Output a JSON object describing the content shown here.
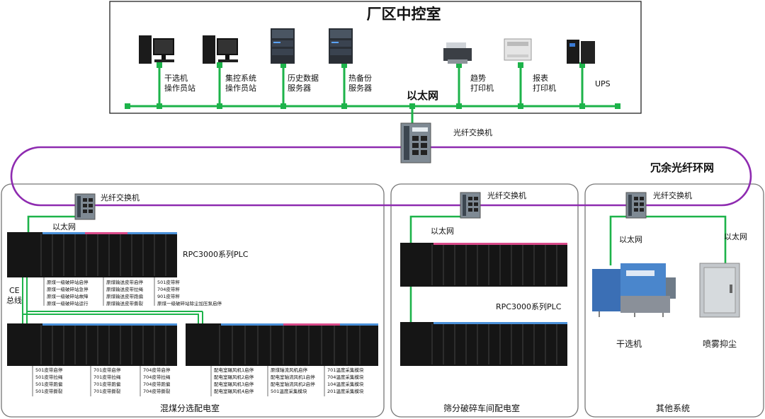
{
  "control_room": {
    "title": "厂区中控室",
    "ethernet_label": "以太网",
    "devices": [
      {
        "name": "干选机操作员站",
        "lines": [
          "干选机",
          "操作员站"
        ],
        "icon": "workstation-icon"
      },
      {
        "name": "集控系统操作员站",
        "lines": [
          "集控系统",
          "操作员站"
        ],
        "icon": "workstation-icon"
      },
      {
        "name": "历史数据服务器",
        "lines": [
          "历史数据",
          "服务器"
        ],
        "icon": "server-icon"
      },
      {
        "name": "热备份服务器",
        "lines": [
          "热备份",
          "服务器"
        ],
        "icon": "server-icon"
      },
      {
        "name": "趋势打印机",
        "lines": [
          "趋势",
          "打印机"
        ],
        "icon": "printer-icon"
      },
      {
        "name": "报表打印机",
        "lines": [
          "报表",
          "打印机"
        ],
        "icon": "printer-icon"
      },
      {
        "name": "UPS",
        "lines": [
          "UPS"
        ],
        "icon": "ups-icon"
      }
    ]
  },
  "backbone": {
    "main_switch_label": "光纤交换机",
    "ring_label": "冗余光纤环网"
  },
  "rooms": {
    "coal": {
      "title": "混煤分选配电室",
      "switch_label": "光纤交换机",
      "ethernet_label": "以太网",
      "plc_label": "RPC3000系列PLC",
      "ce_bus_label": [
        "CE",
        "总线"
      ],
      "main_rack_items": [
        [
          "原煤一级破碎站启停",
          "原煤一级破碎站急停",
          "原煤一级破碎站故障",
          "原煤一级破碎站运行"
        ],
        [
          "原煤输送皮带启停",
          "原煤输送皮带拉绳",
          "原煤输送皮带跑偏",
          "原煤输送皮带撕裂"
        ],
        [
          "501皮带秤",
          "704皮带秤",
          "901皮带秤",
          "原煤一级破碎站除尘加压泵启停"
        ]
      ],
      "rack_a_items": [
        [
          "501皮带启停",
          "501皮带拉绳",
          "501皮带跑偏",
          "501皮带撕裂"
        ],
        [
          "701皮带启停",
          "701皮带拉绳",
          "701皮带跑偏",
          "701皮带撕裂"
        ],
        [
          "704皮带启停",
          "704皮带拉绳",
          "704皮带跑偏",
          "704皮带撕裂"
        ]
      ],
      "rack_b_items": [
        [
          "配电室碾风机1启停",
          "配电室碾风机2启停",
          "配电室碾风机3启停",
          "配电室碾风机4启停"
        ],
        [
          "原煤轴流风机启停",
          "配电室轴流风机1启停",
          "配电室轴流风机2启停",
          "501温度采集模块"
        ],
        [
          "701温度采集模块",
          "704温度采集模块",
          "104温度采集模块",
          "201温度采集模块"
        ]
      ]
    },
    "screening": {
      "title": "筛分破碎车间配电室",
      "switch_label": "光纤交换机",
      "ethernet_label": "以太网",
      "plc_label": "RPC3000系列PLC"
    },
    "other": {
      "title": "其他系统",
      "switch_label": "光纤交换机",
      "ethernet_left": "以太网",
      "ethernet_right": "以太网",
      "machine_label": "干选机",
      "spray_label": "喷雾抑尘"
    }
  },
  "colors": {
    "ethernet": "#1db34a",
    "ring": "#8e2bb0",
    "bus": "#1db34a"
  }
}
